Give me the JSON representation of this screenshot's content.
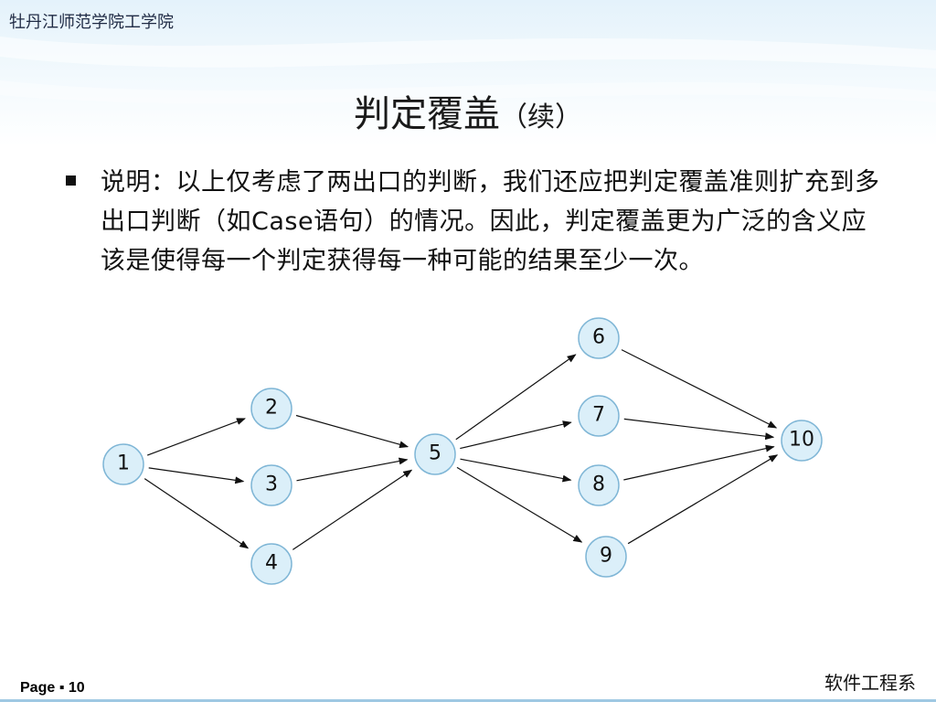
{
  "header": {
    "institution": "牡丹江师范学院工学院"
  },
  "slide": {
    "title": "判定覆盖",
    "title_suffix": "（续）",
    "bullet_text": "说明：以上仅考虑了两出口的判断，我们还应把判定覆盖准则扩充到多出口判断（如Case语句）的情况。因此，判定覆盖更为广泛的含义应该是使得每一个判定获得每一种可能的结果至少一次。"
  },
  "diagram": {
    "nodes": [
      {
        "id": "1",
        "label": "1"
      },
      {
        "id": "2",
        "label": "2"
      },
      {
        "id": "3",
        "label": "3"
      },
      {
        "id": "4",
        "label": "4"
      },
      {
        "id": "5",
        "label": "5"
      },
      {
        "id": "6",
        "label": "6"
      },
      {
        "id": "7",
        "label": "7"
      },
      {
        "id": "8",
        "label": "8"
      },
      {
        "id": "9",
        "label": "9"
      },
      {
        "id": "10",
        "label": "10"
      }
    ],
    "edges": [
      [
        "1",
        "2"
      ],
      [
        "1",
        "3"
      ],
      [
        "1",
        "4"
      ],
      [
        "2",
        "5"
      ],
      [
        "3",
        "5"
      ],
      [
        "4",
        "5"
      ],
      [
        "5",
        "6"
      ],
      [
        "5",
        "7"
      ],
      [
        "5",
        "8"
      ],
      [
        "5",
        "9"
      ],
      [
        "6",
        "10"
      ],
      [
        "7",
        "10"
      ],
      [
        "8",
        "10"
      ],
      [
        "9",
        "10"
      ]
    ]
  },
  "footer": {
    "page_label": "Page",
    "page_number": "10",
    "department": "软件工程系"
  }
}
